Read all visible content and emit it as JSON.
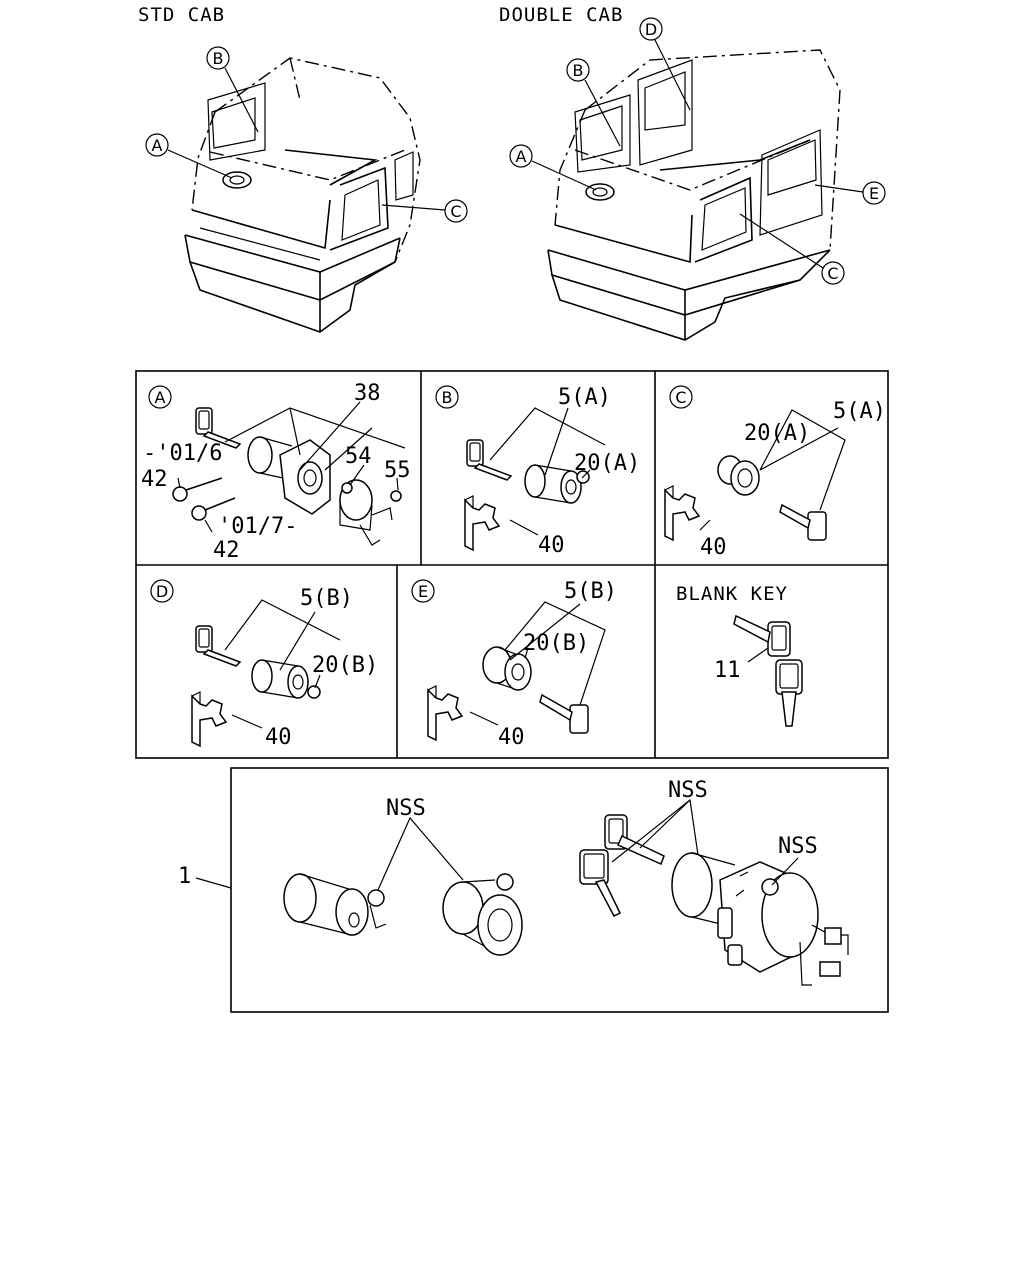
{
  "headers": {
    "std_cab": "STD CAB",
    "double_cab": "DOUBLE CAB",
    "blank_key": "BLANK KEY"
  },
  "circle_letters": {
    "a": "A",
    "b": "B",
    "c": "C",
    "d": "D",
    "e": "E"
  },
  "panel_a": {
    "part_38": "38",
    "date_before": "-'01/6",
    "part_42_top": "42",
    "part_54": "54",
    "part_55": "55",
    "date_after": "'01/7-",
    "part_42_bottom": "42"
  },
  "panel_b": {
    "part_5": "5(A)",
    "part_20": "20(A)",
    "part_40": "40"
  },
  "panel_c": {
    "part_20": "20(A)",
    "part_5": "5(A)",
    "part_40": "40"
  },
  "panel_d": {
    "part_5": "5(B)",
    "part_20": "20(B)",
    "part_40": "40"
  },
  "panel_e": {
    "part_5": "5(B)",
    "part_20": "20(B)",
    "part_40": "40"
  },
  "panel_blank": {
    "part_11": "11"
  },
  "assembly": {
    "part_1": "1",
    "nss_left": "NSS",
    "nss_keys": "NSS",
    "nss_right": "NSS"
  }
}
